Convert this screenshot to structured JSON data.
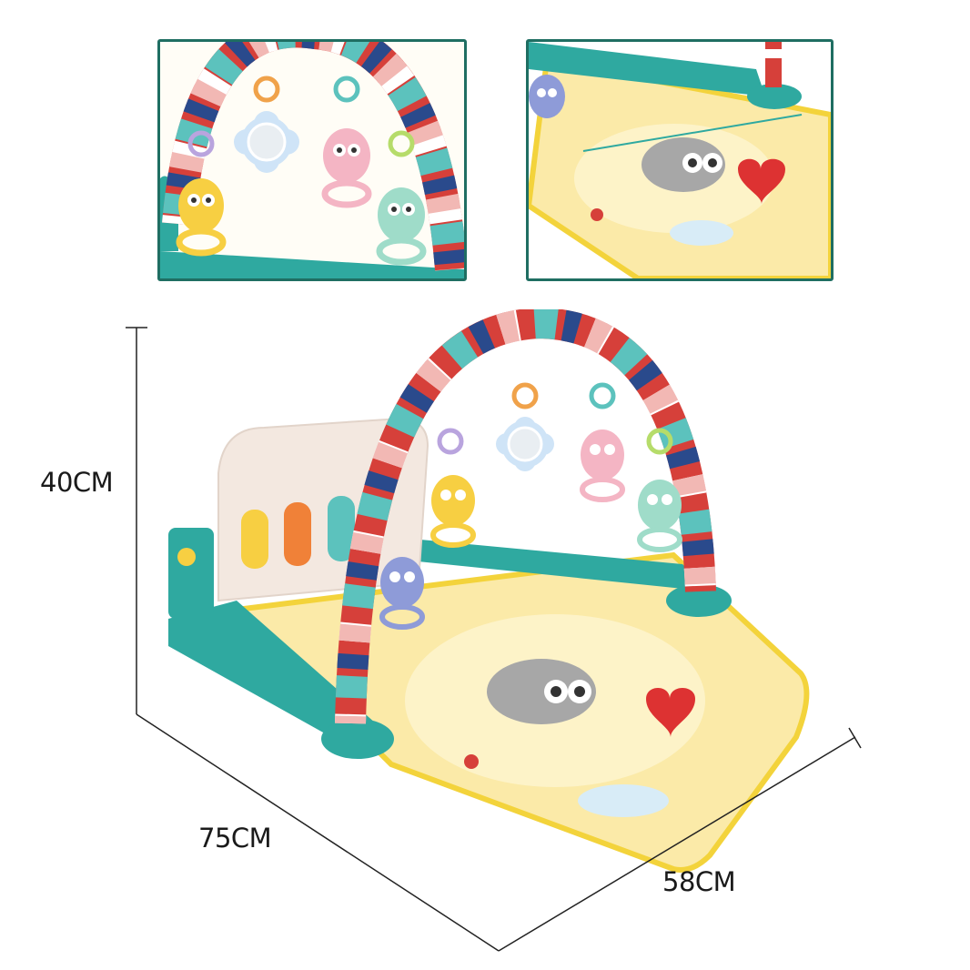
{
  "dimensions": {
    "height_label": "40CM",
    "length_label": "75CM",
    "width_label": "58CM"
  },
  "colors": {
    "inset_border": "#1f6e62",
    "teal_base": "#2fa9a0",
    "mat_fill": "#fbeaa8",
    "mat_edge": "#f3d33b",
    "arch_red": "#d6403a",
    "arch_navy": "#2a4a8c",
    "arch_teal": "#5cc2bd",
    "arch_pink": "#f2b8b4",
    "arch_white": "#ffffff",
    "toy_yellow": "#f7cf42",
    "toy_pink": "#f4b5c4",
    "toy_mint": "#9fdcc9",
    "toy_purple": "#8e9bd8",
    "heart_red": "#dd3232"
  },
  "images": {
    "inset_left": "arch-toys-closeup",
    "inset_right": "play-mat-closeup",
    "main": "baby-play-gym-piano-mat"
  }
}
